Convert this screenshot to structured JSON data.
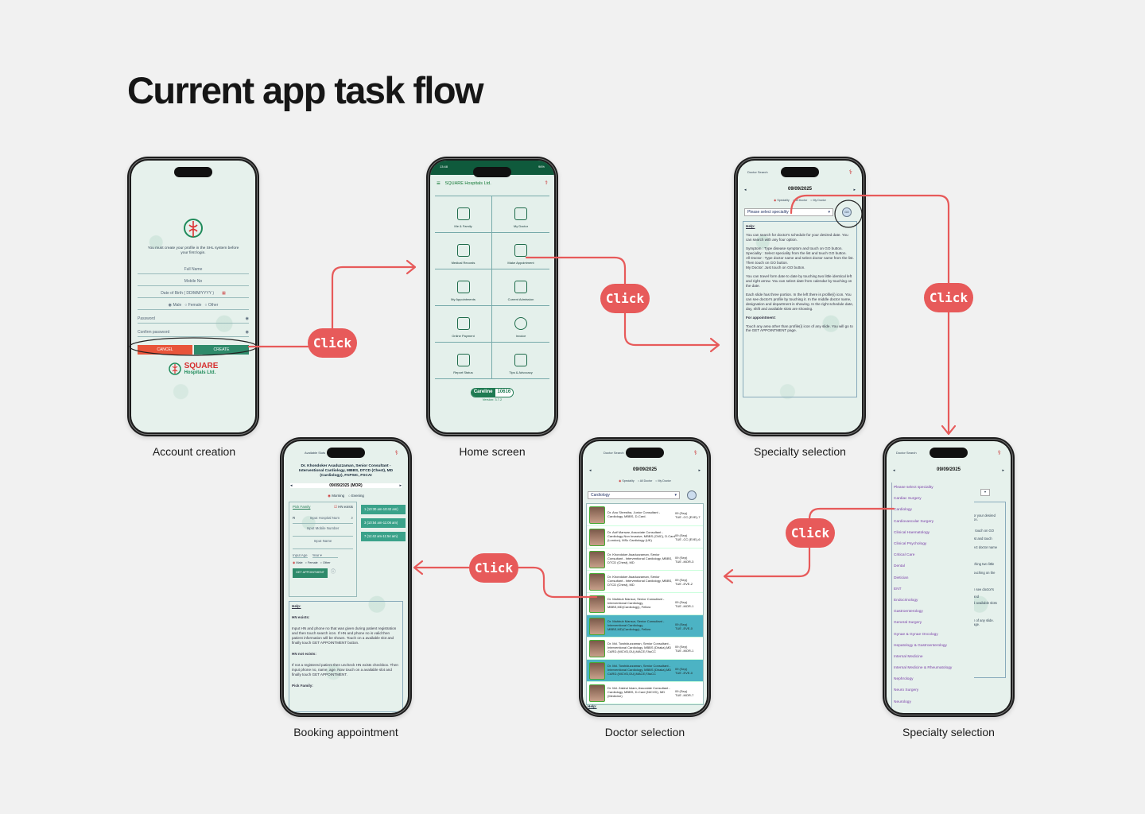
{
  "title": "Current app task flow",
  "click_label": "Click",
  "accent": "#e75a5a",
  "brand_green": "#1f7a52",
  "captions": {
    "account_creation": "Account creation",
    "home_screen": "Home screen",
    "specialty_selection_1": "Specialty selection",
    "specialty_selection_2": "Specialty selection",
    "doctor_selection": "Doctor selection",
    "booking_appointment": "Booking appointment"
  },
  "account": {
    "intro": "You must create your profile in the SHL system before your first login.",
    "full_name": "Full Name",
    "mobile": "Mobile No",
    "dob": "Date of Birth ( DD/MM/YYYY )",
    "genders": [
      "Male",
      "Female",
      "Other"
    ],
    "password": "Password",
    "confirm": "Confirm password",
    "cancel": "CANCEL",
    "create": "CREATE",
    "brand_top": "SQUARE",
    "brand_bottom": "Hospitals Ltd."
  },
  "home": {
    "time": "13:48",
    "battery": "96%",
    "app_title": "SQUARE Hospitals Ltd.",
    "tiles": [
      "Me & Family",
      "My Doctor",
      "Medical Records",
      "Make Appointment",
      "My Appointments",
      "Current Admission",
      "Online Payment",
      "Invoice",
      "Report Status",
      "Tips & Advocacy"
    ],
    "careline_label": "Careline",
    "careline_number": "10616",
    "version": "Version: 3.7.2"
  },
  "spec1": {
    "header": "Doctor Search",
    "date": "09/09/2025",
    "radios": [
      "Speciality",
      "All Doctor",
      "My Doctor"
    ],
    "select_placeholder": "Please select speciality",
    "go": "GO",
    "help_title": "Help:",
    "help_lines": [
      "You can search for doctor's schedule for your desired date. You can search with any four option.",
      "Symptom : Type disease symptom and touch on GO button.",
      "Speciality : Select speciality from the list and touch GO button.",
      "All Doctor : Type doctor name and select doctor name from the list. Then touch on GO button.",
      "My Doctor: Just touch on GO button.",
      "You can travel form date to date by touching two little identical left and right arrow. You can select date from calendar by touching on the date.",
      "Each slide has three portion. In the left there is profile(i) icon. You can see doctor's profile by touching it. In the middle doctor name, designation and department is showing. In the right schedule date, day, shift and available slots are showing.",
      "For appointment:",
      "Touch any area other than profile(i) icon of any slide. You will go to the GET APPOINTMENT page."
    ]
  },
  "spec2": {
    "header": "Doctor Search",
    "date": "09/09/2025",
    "options": [
      "Please select speciality",
      "Cardiac Surgery",
      "Cardiology",
      "Cardiovascular Surgery",
      "Clinical Haematology",
      "Clinical Psychology",
      "Critical Care",
      "Dental",
      "Dietician",
      "ENT",
      "Endocrinology",
      "Gastroenterology",
      "General Surgery",
      "Gynae & Gynae Oncology",
      "Hepatology & Gastroenterology",
      "Internal Medicine",
      "Internal Medicine & Rheumatology",
      "Nephrology",
      "Neuro Surgery",
      "Neurology"
    ],
    "help_fragments": [
      "or your desired",
      "on.",
      "I touch on GO",
      "ist and touch",
      "ect doctor name",
      "ching two little",
      "ouching on the",
      "n see doctor's",
      "and",
      "d available slots",
      "n of any slide.",
      "age."
    ]
  },
  "doctors": {
    "header": "Doctor Search",
    "date": "09/09/2025",
    "radios": [
      "Speciality",
      "All Doctor",
      "My Doctor"
    ],
    "selected": "Cardiology",
    "help_title": "Help:",
    "list": [
      {
        "name": "Dr. Anu Shrestha, Junior Consultant - Cardiology, MBBS, D-Card.",
        "day": "09 (Sep)",
        "slot": "TUE -CC (EVE)-7",
        "hl": false
      },
      {
        "name": "Dr. Asif Manwar, Associate Consultant - Cardiology-Non Invasive, MBBS (CMC), D.Card (London), MSc Cardiology (UK)",
        "day": "09 (Sep)",
        "slot": "TUE -CC (EVE)-6",
        "hl": false
      },
      {
        "name": "Dr. Khondoker Asaduzzaman, Senior Consultant - Interventional Cardiology, MBBS, DTCD (Chest), MD",
        "day": "09 (Sep)",
        "slot": "TUE -MOR-3",
        "hl": false
      },
      {
        "name": "Dr. Khondoker Asaduzzaman, Senior Consultant - Interventional Cardiology, MBBS, DTCD (Chest), MD",
        "day": "09 (Sep)",
        "slot": "TUE -EVE-2",
        "hl": false
      },
      {
        "name": "Dr. Mahbub Mansur, Senior Consultant - Interventional Cardiology, MBBS,MD(Cardiology), Fellow",
        "day": "09 (Sep)",
        "slot": "TUE -MOR-1",
        "hl": false
      },
      {
        "name": "Dr. Mahbub Mansur, Senior Consultant - Interventional Cardiology, MBBS,MD(Cardiology), Fellow",
        "day": "09 (Sep)",
        "slot": "TUE -EVE-0",
        "hl": true
      },
      {
        "name": "Dr. Md. Towhiduzzaman, Senior Consultant - Interventional Cardiology, MBBS (Dhaka),MD CARD.(NICVD,DU),MACE,FAsCC",
        "day": "09 (Sep)",
        "slot": "TUE -MOR-1",
        "hl": false
      },
      {
        "name": "Dr. Md. Towhiduzzaman, Senior Consultant - Interventional Cardiology, MBBS (Dhaka),MD CARD.(NICVD,DU),MACE,FAsCC",
        "day": "09 (Sep)",
        "slot": "TUE -EVE-0",
        "hl": true
      },
      {
        "name": "Dr. Md. Zakirul Islam, Associate Consultant - Cardiology, MBBS, D-Card (NICVD), MD (Medicine)",
        "day": "09 (Sep)",
        "slot": "TUE -MOR-7",
        "hl": false
      }
    ]
  },
  "booking": {
    "header": "Available Slots",
    "doctor": "Dr. Khondoker Asaduzzaman, Senior Consultant - Interventional Cardiology, MBBS, DTCD (Chest), MD (Cardiology), FAPSIC, FSCAI",
    "date": "09/09/2025 (MOR)",
    "shifts": [
      "Morning",
      "Evening"
    ],
    "pick_family": "Pick Family",
    "hn_exists": "HN exists",
    "hn_prefix": "R",
    "hn_placeholder": "Input Hospital Num",
    "mobile_placeholder": "Input Mobile Number",
    "name_placeholder": "Input Name",
    "age_placeholder": "Input Age",
    "year": "Year",
    "genders": [
      "Male",
      "Female",
      "Other"
    ],
    "get_btn": "GET APPOINTMENT",
    "slots": [
      "1 (10:30 am-10:42 am)",
      "3 (10:54 am-11:06 am)",
      "7 (11:42 am-11:54 am)"
    ],
    "help_title": "Help:",
    "hn_exists_title": "HN exists:",
    "hn_exists_text": "Input HN and phone no that was given during patient registration and then touch search icon. If HN and phone no is valid then patient information will be shown. Touch on a available slot and finally touch GET APPOINTMENT button.",
    "hn_not_title": "HN not exists:",
    "hn_not_text": "If not a registered patient then uncheck HN exists checkbox. Then input phone no, name, age. Now touch on a available slot and finally touch GET APPOINTMENT.",
    "pick_family_title": "Pick Family:"
  }
}
